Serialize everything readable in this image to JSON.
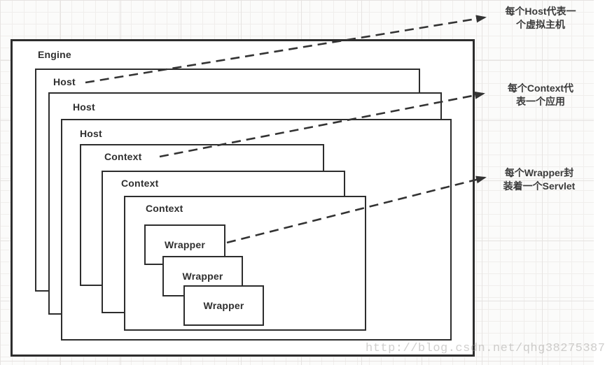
{
  "diagram": {
    "engine": {
      "label": "Engine"
    },
    "hosts": [
      {
        "label": "Host"
      },
      {
        "label": "Host"
      },
      {
        "label": "Host"
      }
    ],
    "contexts": [
      {
        "label": "Context"
      },
      {
        "label": "Context"
      },
      {
        "label": "Context"
      }
    ],
    "wrappers": [
      {
        "label": "Wrapper"
      },
      {
        "label": "Wrapper"
      },
      {
        "label": "Wrapper"
      }
    ]
  },
  "annotations": [
    {
      "target": "Host",
      "line1": "每个Host代表一",
      "line2": "个虚拟主机"
    },
    {
      "target": "Context",
      "line1": "每个Context代",
      "line2": "表一个应用"
    },
    {
      "target": "Wrapper",
      "line1": "每个Wrapper封",
      "line2": "装着一个Servlet"
    }
  ],
  "watermark": "http://blog.csdn.net/qhg38275387",
  "colors": {
    "box_border": "#2d2d2d",
    "box_fill": "#ffffff",
    "label_text": "#2f2f2f",
    "annotation_text": "#3b3b3b",
    "arrow": "#333333",
    "grid_line": "#e6e3e1",
    "background": "#fbfbfa",
    "watermark_text": "#969492"
  }
}
